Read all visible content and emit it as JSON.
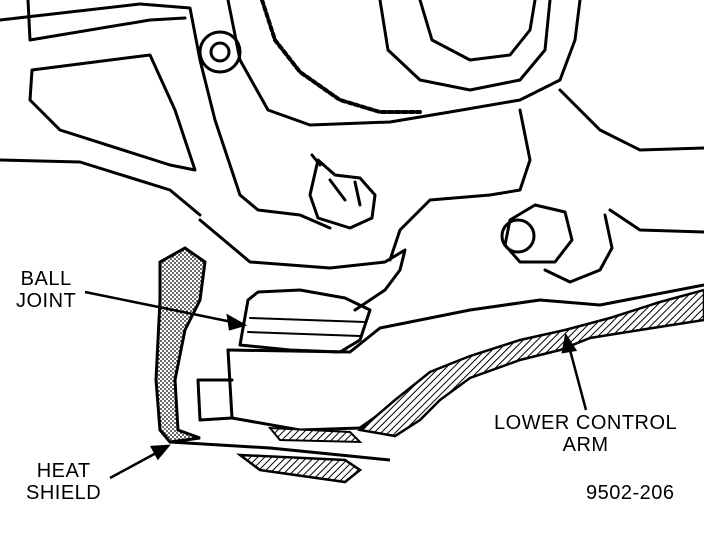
{
  "colors": {
    "ink": "#000000",
    "paper": "#ffffff"
  },
  "labels": {
    "ball_joint": {
      "line1": "BALL",
      "line2": "JOINT"
    },
    "lower_control_arm": {
      "line1": "LOWER CONTROL",
      "line2": "ARM"
    },
    "heat_shield": {
      "line1": "HEAT",
      "line2": "SHIELD"
    },
    "figure_number": "9502-206"
  }
}
